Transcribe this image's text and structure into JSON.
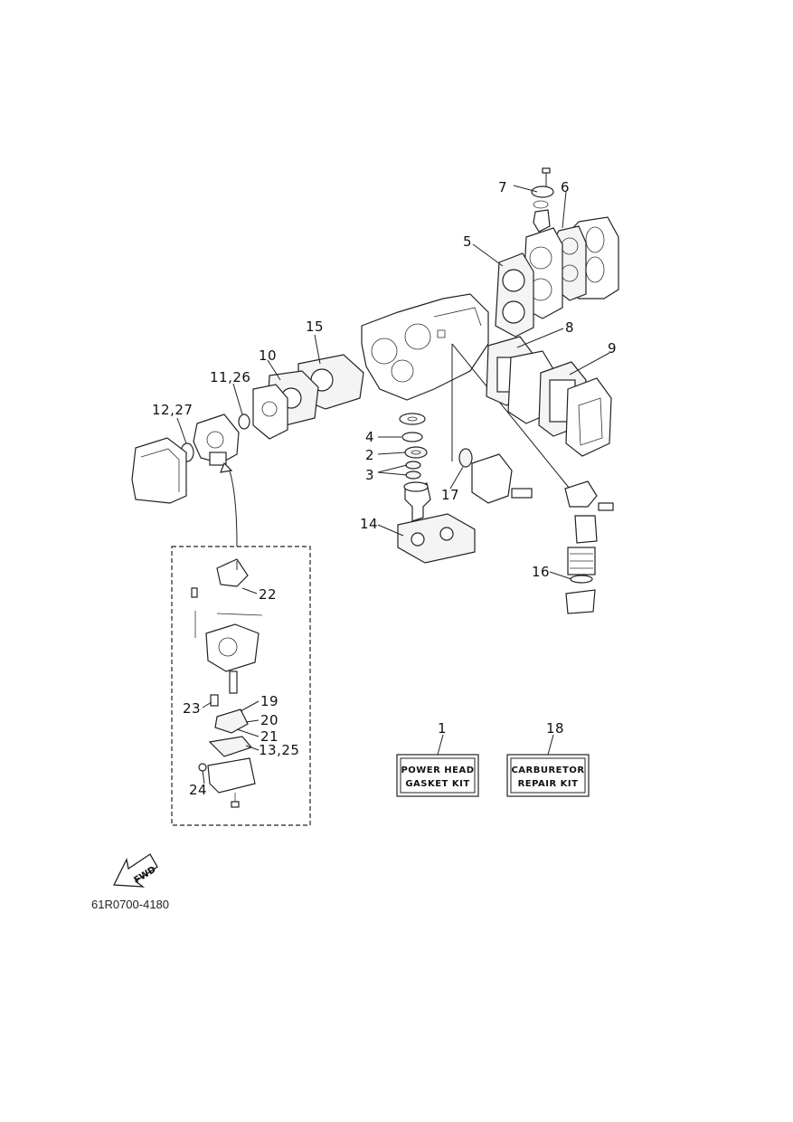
{
  "callouts": {
    "c1": "1",
    "c2": "2",
    "c3": "3",
    "c4": "4",
    "c5": "5",
    "c6": "6",
    "c7": "7",
    "c8": "8",
    "c9": "9",
    "c10": "10",
    "c11_26": "11,26",
    "c12_27": "12,27",
    "c13_25": "13,25",
    "c14": "14",
    "c15": "15",
    "c16": "16",
    "c17": "17",
    "c18": "18",
    "c19": "19",
    "c20": "20",
    "c21": "21",
    "c22": "22",
    "c23": "23",
    "c24": "24"
  },
  "kits": {
    "power_head": {
      "line1": "POWER HEAD",
      "line2": "GASKET KIT"
    },
    "carburetor": {
      "line1": "CARBURETOR",
      "line2": "REPAIR KIT"
    }
  },
  "fwd_label": "FWD",
  "diagram_code": "61R0700-4180",
  "colors": {
    "ink": "#222222",
    "paper": "#ffffff",
    "part_fill": "#f4f4f4"
  }
}
